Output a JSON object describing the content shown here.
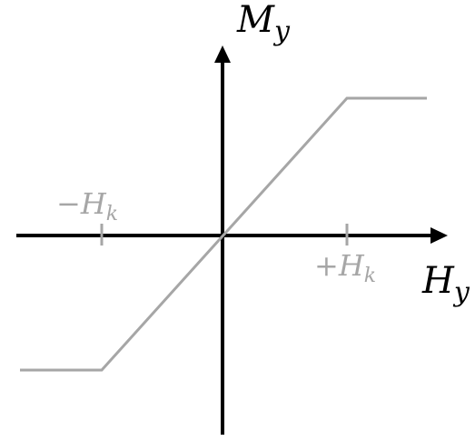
{
  "axes": {
    "x_label_main": "H",
    "x_label_sub": "y",
    "y_label_main": "M",
    "y_label_sub": "y"
  },
  "ticks": {
    "negative": {
      "sign": "−",
      "main": "H",
      "sub": "k"
    },
    "positive": {
      "sign": "+",
      "main": "H",
      "sub": "k"
    }
  },
  "colors": {
    "axis": "#000000",
    "curve": "#a6a6a6",
    "tick_text": "#a6a6a6"
  }
}
